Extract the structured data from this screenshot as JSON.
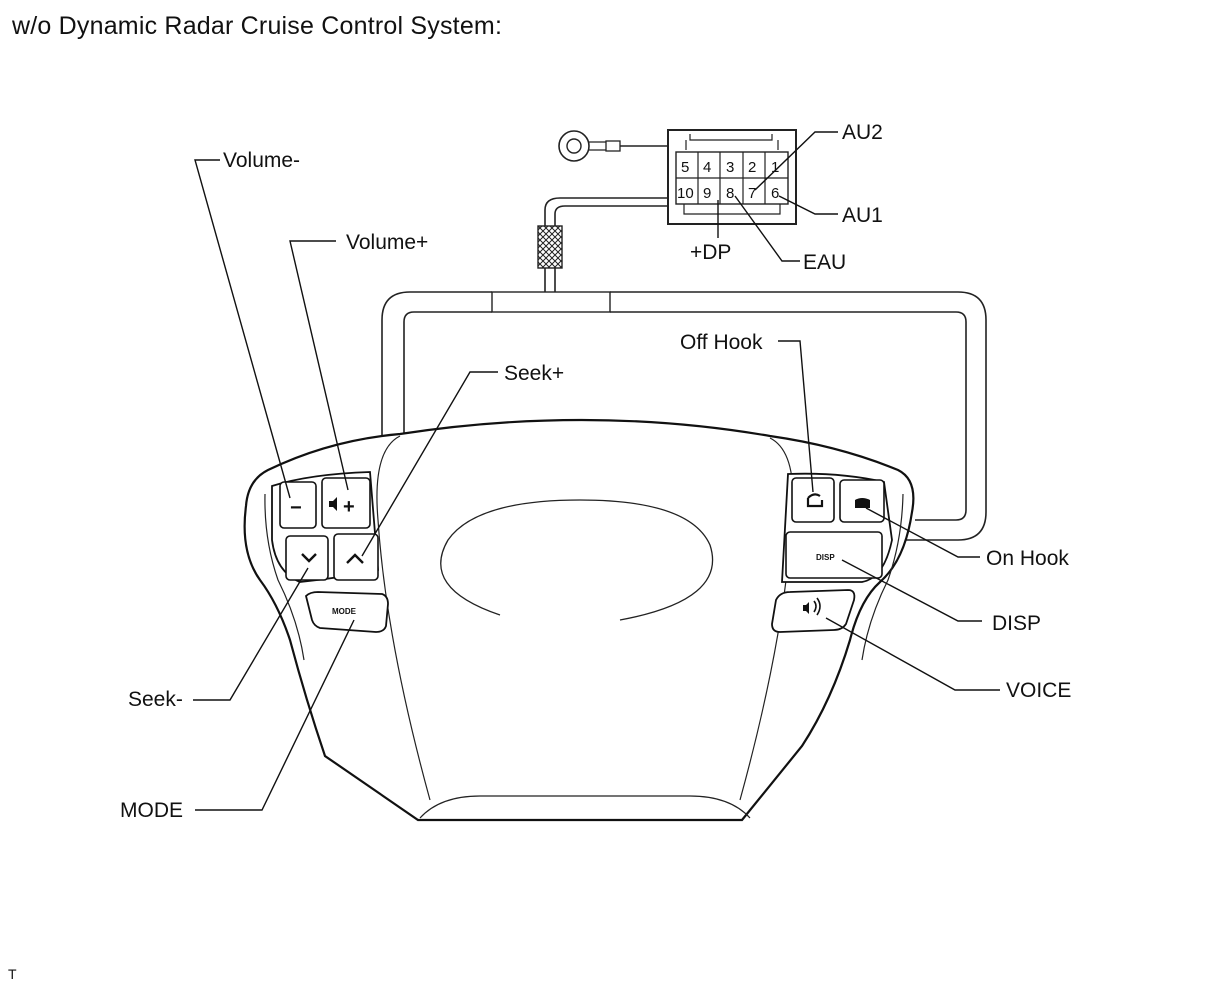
{
  "title": "w/o Dynamic Radar Cruise Control System:",
  "footer": "T",
  "labels": {
    "volume_minus": "Volume-",
    "volume_plus": "Volume+",
    "seek_plus": "Seek+",
    "seek_minus": "Seek-",
    "mode": "MODE",
    "off_hook": "Off Hook",
    "on_hook": "On Hook",
    "disp": "DISP",
    "voice": "VOICE",
    "au2": "AU2",
    "au1": "AU1",
    "eau": "EAU",
    "dp": "+DP"
  },
  "connector": {
    "top_row": [
      "5",
      "4",
      "3",
      "2",
      "1"
    ],
    "bottom_row": [
      "10",
      "9",
      "8",
      "7",
      "6"
    ]
  },
  "buttons": {
    "volume_minus": "−",
    "volume_plus": "+",
    "mode": "MODE",
    "disp": "DISP"
  },
  "icons": {
    "seek_down": "chevron-down-icon",
    "seek_up": "chevron-up-icon",
    "speaker": "speaker-icon",
    "off_hook": "phone-off-hook-icon",
    "on_hook": "phone-on-hook-icon",
    "voice": "voice-icon",
    "ground": "ground-terminal-icon"
  }
}
